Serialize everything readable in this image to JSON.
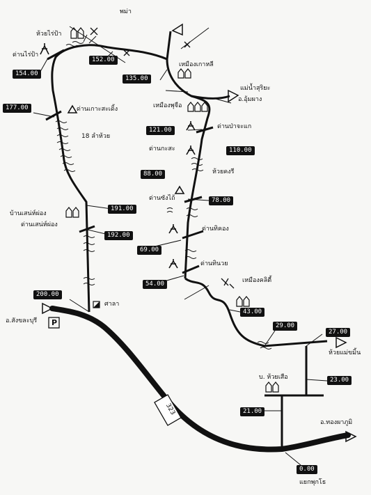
{
  "header": {
    "country": "พม่า"
  },
  "places": {
    "huai_rai_pa": "ห้วยไร่ป้า",
    "dan_rai_pa": "ด่านไร่ป้า",
    "dan_ko_sa_doeng": "ด่านเกาะสะเดิ้ง",
    "lam_huai": "18 ลำห้วย",
    "ban_sane_phong": "บ้านเสน่ห์ผ่อง",
    "dan_sane_phong": "ด่านเสน่ห์ผ่อง",
    "mueang_kao_li": "เหมืองเกาหลี",
    "mae_nam_suriya": "แม่น้ำสุริยะ",
    "o_um_phang": "อ.อุ้มผาง",
    "mueang_phu_chue": "เหมืองพุจือ",
    "dan_pa_cha_kae": "ด่านป่าจะแก",
    "dan_ko_sa": "ด่านกะสะ",
    "huai_khong_si": "ห้วยคงรี",
    "dan_chang_tai": "ด่านซังไถ้",
    "dan_thi_khong": "ด่านทิคอง",
    "dan_thi_nuai": "ด่านทินวย",
    "mueang_khli_ti": "เหมืองคลิตี้",
    "sala": "ศาลา",
    "o_sangkhla_buri": "อ.สังขละบุรี",
    "huai_mae_khamin": "ห้วยแม่ขมิ้น",
    "ban_huai_suea": "บ. ห้วยเสือ",
    "o_thong_pha_phum": "อ.ทองผาภูมิ",
    "yaek_phu_so": "แยกพุกโธ",
    "route_number": "323",
    "parking_letter": "P"
  },
  "km_markers": {
    "k152": "152.00",
    "k154": "154.00",
    "k135": "135.00",
    "k177": "177.00",
    "k121": "121.00",
    "k110": "110.00",
    "k88": "88.00",
    "k78": "78.00",
    "k191": "191.00",
    "k192": "192.00",
    "k69": "69.00",
    "k54": "54.00",
    "k200": "200.00",
    "k43": "43.00",
    "k29": "29.00",
    "k27": "27.00",
    "k23": "23.00",
    "k21": "21.00",
    "k0": "0.00"
  }
}
